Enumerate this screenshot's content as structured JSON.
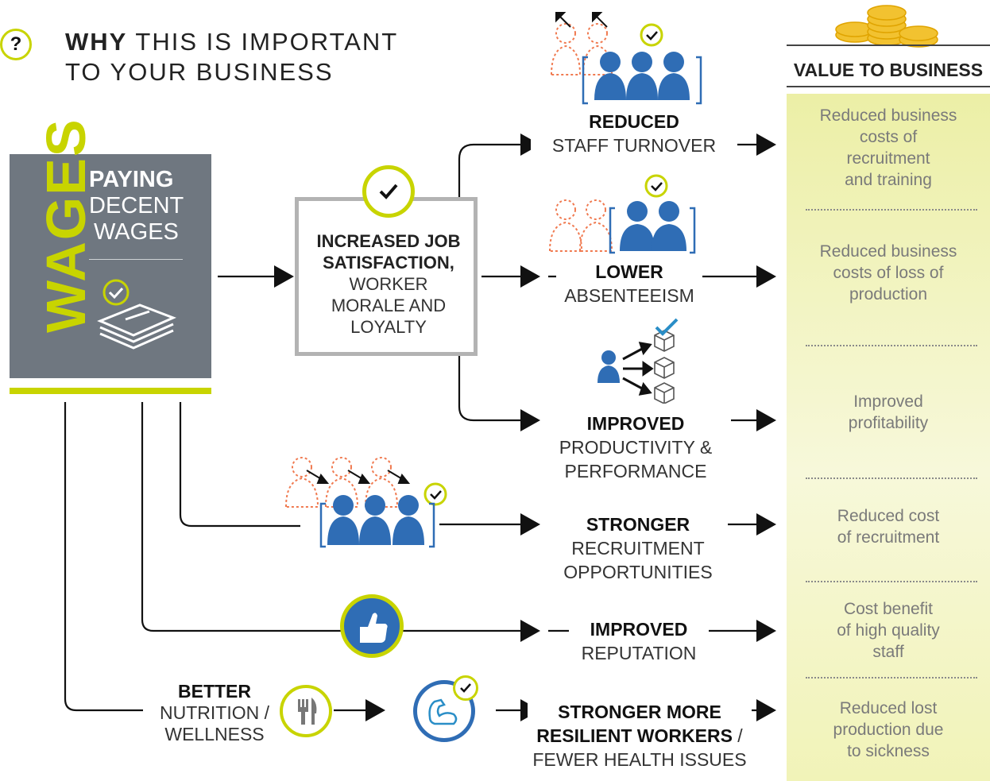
{
  "header": {
    "question_mark": "?",
    "title_bold": "WHY",
    "title_rest_line1": "THIS IS IMPORTANT",
    "title_line2": "TO YOUR BUSINESS"
  },
  "wages": {
    "vertical_word": "WAGES",
    "line1": "PAYING",
    "line2": "DECENT",
    "line3": "WAGES"
  },
  "job_box": {
    "bold1": "INCREASED JOB",
    "bold2": "SATISFACTION,",
    "line3": "WORKER",
    "line4": "MORALE AND",
    "line5": "LOYALTY"
  },
  "outcomes": {
    "turnover": {
      "bold": "REDUCED",
      "text": "STAFF TURNOVER"
    },
    "absenteeism": {
      "bold": "LOWER",
      "text": "ABSENTEEISM"
    },
    "productivity": {
      "bold": "IMPROVED",
      "text1": "PRODUCTIVITY &",
      "text2": "PERFORMANCE"
    },
    "recruitment": {
      "bold": "STRONGER",
      "text1": "RECRUITMENT",
      "text2": "OPPORTUNITIES"
    },
    "reputation": {
      "bold": "IMPROVED",
      "text": "REPUTATION"
    },
    "resilient": {
      "bold1": "STRONGER MORE",
      "bold2": "RESILIENT WORKERS",
      "slash": " /",
      "text": "FEWER HEALTH ISSUES"
    }
  },
  "nutrition": {
    "bold": "BETTER",
    "line2": "NUTRITION /",
    "line3": "WELLNESS"
  },
  "value_column": {
    "header": "VALUE TO BUSINESS",
    "items": [
      [
        "Reduced business",
        "costs of",
        "recruitment",
        "and training"
      ],
      [
        "Reduced business",
        "costs of loss of",
        "production"
      ],
      [
        "Improved",
        "profitability"
      ],
      [
        "Reduced cost",
        "of recruitment"
      ],
      [
        "Cost benefit",
        "of high quality",
        "staff"
      ],
      [
        "Reduced lost",
        "production due",
        "to sickness"
      ]
    ]
  },
  "colors": {
    "accent_yellow": "#c8d400",
    "people_blue": "#2f6db5",
    "ghost_orange": "#f07a50",
    "box_grey": "#6f7780",
    "border_grey": "#b3b3b3"
  },
  "icons": [
    "question-icon",
    "check-icon",
    "money-stack-icon",
    "people-group-icon",
    "ghost-people-icon",
    "thumbs-up-icon",
    "cutlery-icon",
    "flexed-arm-icon",
    "gold-coins-icon",
    "task-boxes-icon"
  ]
}
